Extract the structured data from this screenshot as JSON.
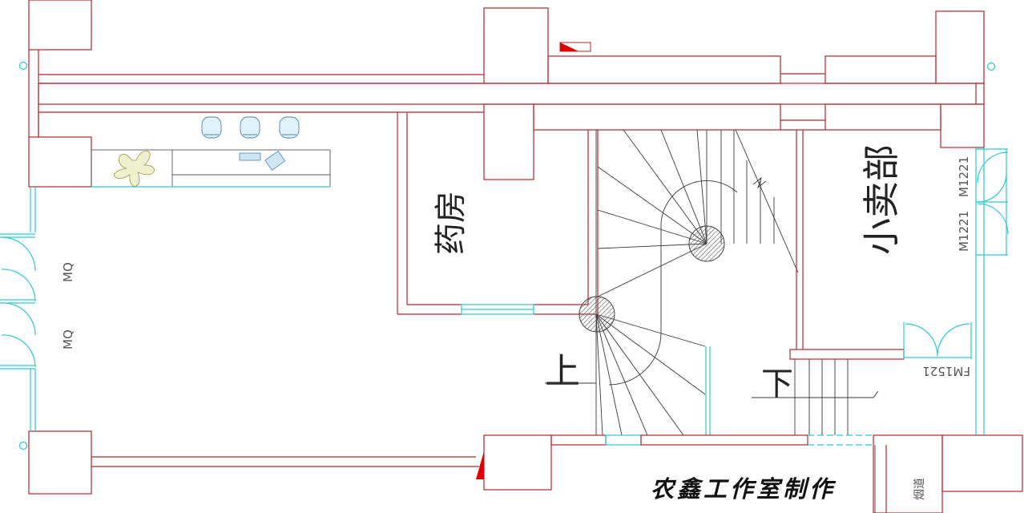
{
  "rooms": {
    "pharmacy": "药房",
    "shop": "小卖部"
  },
  "stairs": {
    "up": "上",
    "down": "下"
  },
  "door_labels": {
    "mq_1": "MQ",
    "mq_2": "MQ",
    "m1221_1": "M1221",
    "m1221_2": "M1221",
    "fm1521": "FM1521"
  },
  "chimney": "烟道",
  "credit": "农鑫工作室制作",
  "colors": {
    "wall": "#b4262b",
    "window": "#29c9d6",
    "line": "#3a3a3a"
  }
}
